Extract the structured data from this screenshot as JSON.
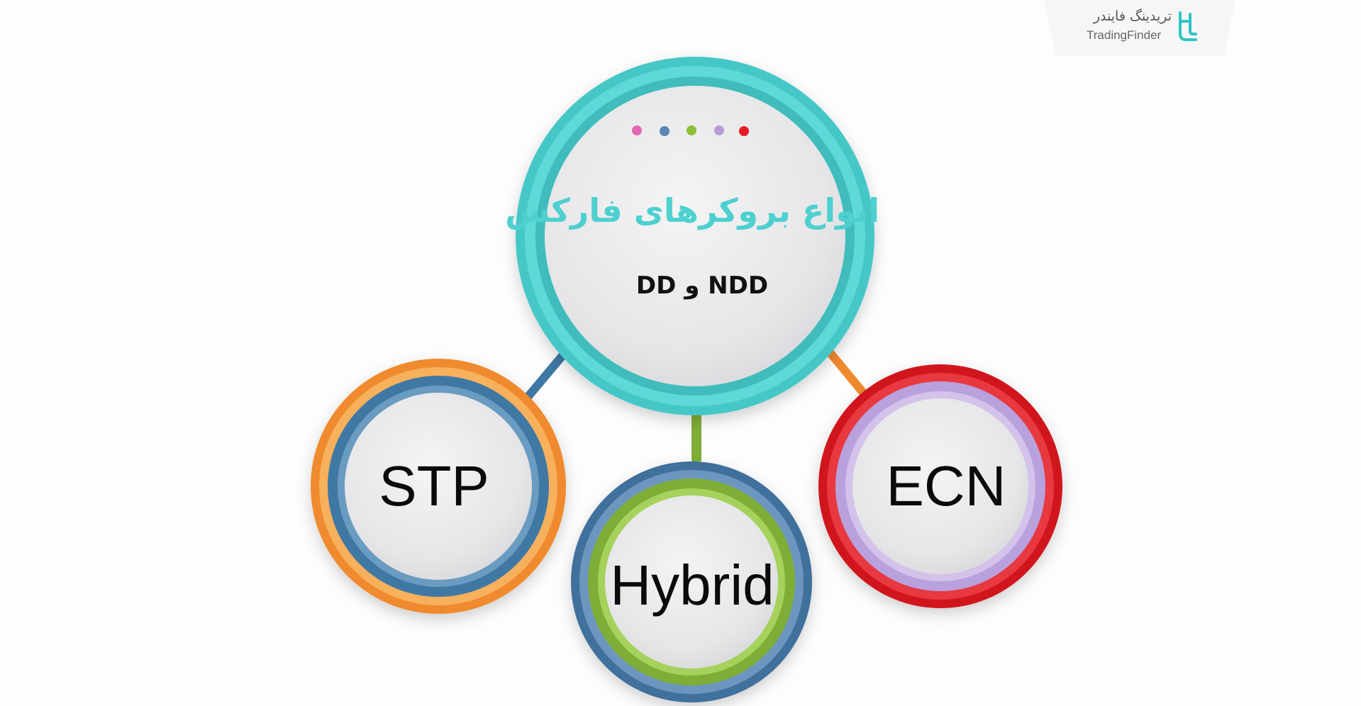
{
  "logo": {
    "fa_text": "تریدینگ فایندر",
    "en_text": "TradingFinder",
    "icon": "tradingfinder-logo-icon"
  },
  "center": {
    "title": "انواع بروکرهای فارکس",
    "subtitle": "NDD و DD",
    "dot_colors": [
      "#e467b3",
      "#5b86b5",
      "#8fbf3a",
      "#b79cd6",
      "#e31b23"
    ]
  },
  "nodes": {
    "stp": {
      "label": "STP",
      "ring_outer": "#f08a2e",
      "ring_inner": "#3f78a4"
    },
    "hybrid": {
      "label": "Hybrid",
      "ring_outer": "#3f6f9c",
      "ring_inner": "#8fc23b"
    },
    "ecn": {
      "label": "ECN",
      "ring_outer": "#d0121c",
      "ring_inner": "#b9a1dd"
    }
  },
  "colors": {
    "main_ring": "#45c7c8",
    "title": "#4fd0d0",
    "connector_stp": "#3f78a4",
    "connector_hybrid": "#7fae38",
    "connector_ecn": "#f08a2e"
  }
}
